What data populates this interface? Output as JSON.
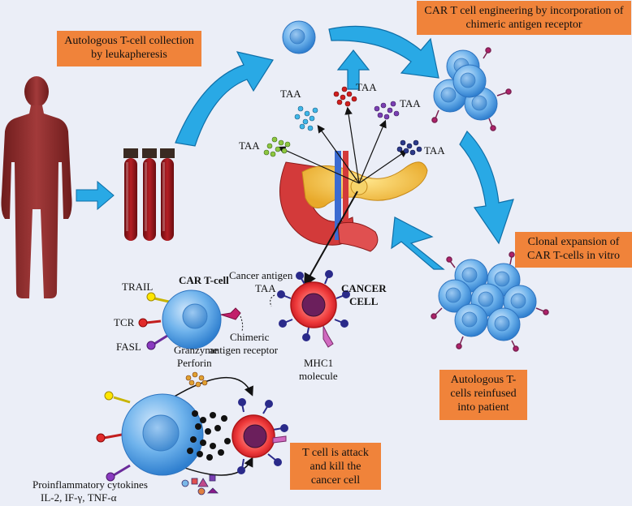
{
  "boxes": {
    "collection": "Autologous T-cell collection by leukapheresis",
    "engineering": "CAR T cell engineering by incorporation of chimeric antigen receptor",
    "expansion": "Clonal expansion of CAR T-cells in vitro",
    "reinfusion": "Autologous T-cells reinfused into patient",
    "attack": "T cell is attack and kill the cancer cell"
  },
  "taa_label": "TAA",
  "labels": {
    "car_t_cell": "CAR T-cell",
    "trail": "TRAIL",
    "tcr": "TCR",
    "fasl": "FASL",
    "chimeric_1": "Chimeric",
    "chimeric_2": "antigen receptor",
    "cancer_antigen": "Cancer antigen",
    "taa": "TAA",
    "cancer_1": "CANCER",
    "cancer_2": "CELL",
    "mhc_1": "MHC1",
    "mhc_2": "molecule",
    "granzyme": "Granzyme",
    "perforin": "Perforin",
    "cytokines_1": "Proinflammatory cytokines",
    "cytokines_2": "IL-2, IF-γ, TNF-α"
  },
  "colors": {
    "background": "#ebeef7",
    "box": "#f0833a",
    "arrow": "#29a9e5",
    "tcell": "#5ba8e6",
    "blood": "#8e1217",
    "human": "#8c2b2b",
    "cancer": "#d81e2a",
    "nucleus": "#6b1f5c"
  }
}
